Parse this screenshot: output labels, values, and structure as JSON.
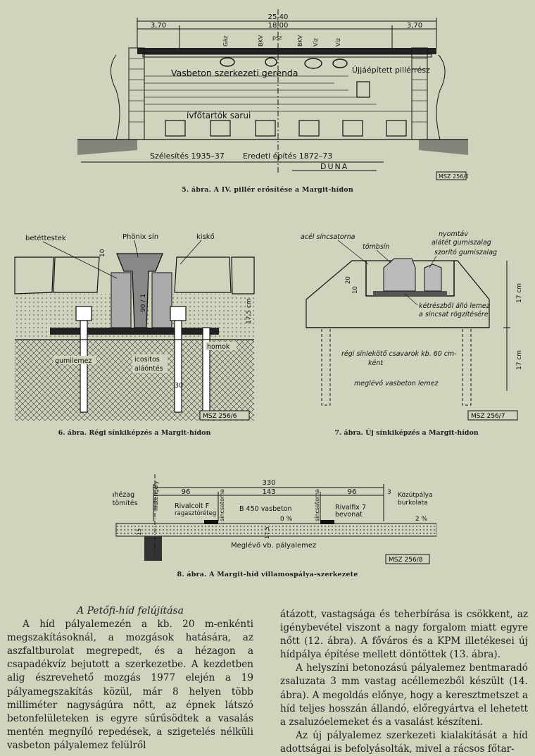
{
  "fig5": {
    "dims": {
      "total": "25,40",
      "center": "18,00",
      "left": "3,70",
      "right": "3,70"
    },
    "lines": [
      "Gáz",
      "BKV",
      "psz",
      "BKV",
      "Víz",
      "Víz"
    ],
    "labels": {
      "beam": "Vasbeton szerkezeti gerenda",
      "pillar": "Újjáépített pillérrész",
      "bearing": "ívfőtartók sarui",
      "dates_a": "Szélesítés 1935–37",
      "dates_b": "Eredeti építés 1872–73",
      "river": "DUNA",
      "stamp": "MSZ 256/5"
    },
    "caption": "5. ábra. A IV. pillér erősítése a Margit-hídon"
  },
  "fig6": {
    "labels": {
      "betetestek": "betéttestek",
      "phonix": "Phönix sín",
      "kisko": "kiskő",
      "dim10": "10",
      "dim175": "17,5 cm",
      "dim901": "90 / 1",
      "gumilemez": "gumilemez",
      "icositos": "icositos",
      "alaontes": "aláöntés",
      "homok": "homok",
      "dim30": "30",
      "stamp": "MSZ 256/6"
    },
    "caption": "6. ábra. Régi sínkiképzés a Margit-hídon"
  },
  "fig7": {
    "labels": {
      "acel": "acél síncsatorna",
      "nyomtav": "nyomtáv",
      "alatet": "alátét gumiszalag",
      "tombsin": "tömbsín",
      "szorito": "szorító gumiszalag",
      "ketreszbol": "kétrészből álló lemez",
      "rogzitesere": "a síncsat rögzítésére",
      "regi": "régi sínlekötő csavarok kb. 60 cm-",
      "kent": "ként",
      "meglevo": "meglévő vasbeton lemez",
      "dim20": "20",
      "dim10": "10",
      "dim17a": "17 cm",
      "dim17b": "17 cm",
      "stamp": "MSZ 256/7"
    },
    "caption": "7. ábra. Új sínkiképzés a Margit-hídon"
  },
  "fig8": {
    "labels": {
      "total": "330",
      "d96a": "96",
      "d143": "143",
      "d96b": "96",
      "d3": "3",
      "munkahezag": "munkahézag",
      "paltox": "Paltox tömítés",
      "hidtengely": "hídtengely",
      "rivalcolt": "Rivalcolt F",
      "ragaszto": "ragasztóréteg",
      "sincsatorna1": "síncsatorna",
      "b450": "B 450 vasbeton",
      "sincsatorna2": "síncsatorna",
      "rivalfix": "Rivalfix 7",
      "bevonat": "bevonat",
      "kozut": "Közútpálya",
      "burkolat": "burkolata",
      "pct0": "0 %",
      "pct2": "2 %",
      "d15": "15",
      "d175": "17,5",
      "meglevo": "Meglévő vb. pályalemez",
      "stamp": "MSZ 256/8"
    },
    "caption": "8. ábra. A Margit-híd villamospálya-szerkezete"
  },
  "article": {
    "title": "A Petőfi-híd felújítása",
    "left_p1": "A híd pályalemezén a kb. 20 m-enkénti megszakításoknál, a mozgások hatására, az aszfaltburolat megrepedt, és a hézagon a csapadékvíz bejutott a szerkezetbe. A kezdetben alig észrevehető mozgás 1977 elején a 19 pályamegszakítás közül, már 8 helyen több milliméter nagyságúra nőtt, az épnek látszó betonfelületeken is egyre sűrűsödtek a vasalás mentén megnyíló repedések, a szigetelés nélküli vasbeton pályalemez felülről",
    "right_p1": "átázott, vastagsága és teherbírása is csökkent, az igénybevétel viszont a nagy forgalom miatt egyre nőtt (12. ábra). A főváros és a KPM illetékesei új hídpálya építése mellett döntöttek (13. ábra).",
    "right_p2": "A helyszíni betonozású pályalemez bentmaradó zsaluzata 3 mm vastag acéllemezből készült (14. ábra). A megoldás előnye, hogy a keresztmetszet a híd teljes hosszán állandó, előregyártva el lehetett a zsaluzóelemeket és a vasalást készíteni.",
    "right_p3": "Az új pályalemez szerkezeti kialakítását a híd adottságai is befolyásolták, mivel a rácsos főtar-"
  }
}
